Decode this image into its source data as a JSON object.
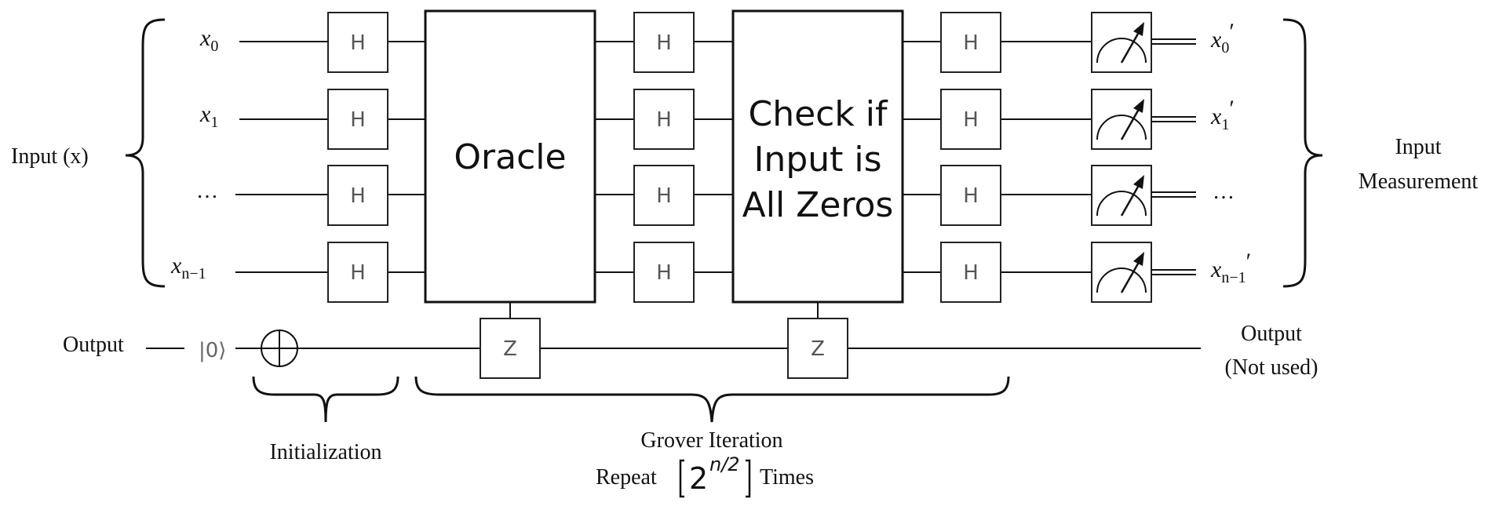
{
  "left_labels": {
    "input": "Input (x)",
    "output": "Output"
  },
  "ket_zero": "|0⟩",
  "qubit_labels": [
    {
      "base": "x",
      "sub": "0"
    },
    {
      "base": "x",
      "sub": "1"
    },
    {
      "base": "…",
      "sub": ""
    },
    {
      "base": "x",
      "sub": "n−1"
    }
  ],
  "measured_labels": [
    {
      "base": "x",
      "sub": "0",
      "prime": "′"
    },
    {
      "base": "x",
      "sub": "1",
      "prime": "′"
    },
    {
      "base": "…",
      "sub": "",
      "prime": ""
    },
    {
      "base": "x",
      "sub": "n−1",
      "prime": "′"
    }
  ],
  "gate_label": "H",
  "z_gate_label": "Z",
  "oracle": {
    "label": "Oracle"
  },
  "diffuser": {
    "lines": [
      "Check if",
      "Input is",
      "All Zeros"
    ]
  },
  "right_labels": {
    "input_measurement": [
      "Input",
      "Measurement"
    ],
    "output": [
      "Output",
      "(Not used)"
    ]
  },
  "bottom_labels": {
    "initialization": "Initialization",
    "grover_iteration": "Grover Iteration",
    "repeat_prefix": "Repeat",
    "repeat_base": "2",
    "repeat_exponent": "n/2",
    "repeat_suffix": "Times"
  }
}
